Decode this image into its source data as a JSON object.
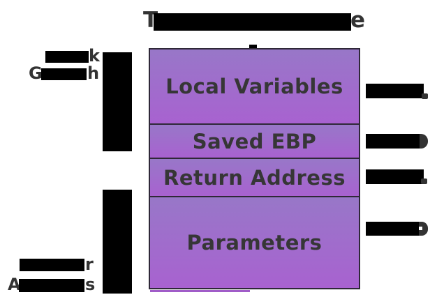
{
  "title": {
    "visible_start": "T",
    "visible_end": "e"
  },
  "left_annotations": {
    "stack_growth": {
      "line1_end": "k",
      "line2_start": "G",
      "line2_end": "h"
    },
    "higher_addresses": {
      "line1_end": "r",
      "line2_start": "A",
      "line2_end": "s"
    }
  },
  "frame": {
    "sections": [
      {
        "label": "Local Variables"
      },
      {
        "label": "Saved EBP"
      },
      {
        "label": "Return Address"
      },
      {
        "label": "Parameters"
      }
    ]
  },
  "colors": {
    "background": "#ffffff",
    "text": "#333333",
    "redaction": "#000000",
    "frame_border": "#2f2838",
    "gradient_top": "#9877c8",
    "gradient_bottom": "#a862d0"
  }
}
